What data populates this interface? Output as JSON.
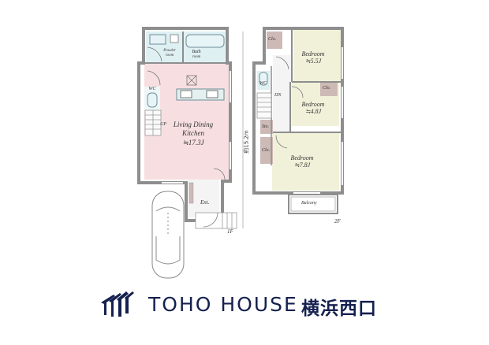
{
  "floor_1": {
    "label": "1F",
    "rooms": {
      "powder_room": {
        "line1": "Powder",
        "line2": "room"
      },
      "bath": {
        "line1": "Bath",
        "line2": "room"
      },
      "wc": "WC",
      "stairs_up": "UP",
      "ldk": {
        "line1": "Living Dining",
        "line2": "Kitchen",
        "area": "≒17.3J"
      },
      "entrance": "Ent."
    }
  },
  "floor_2": {
    "label": "2F",
    "rooms": {
      "bedroom_1": {
        "name": "Bedroom",
        "area": "≒5.5J"
      },
      "bedroom_2": {
        "name": "Bedroom",
        "area": "≒4.8J"
      },
      "bedroom_3": {
        "name": "Bedroom",
        "area": "≒7.8J"
      },
      "closet_1": "Clo.",
      "closet_2": "Clo.",
      "closet_3": "Clo.",
      "storage": "Sto.",
      "wc": "WC",
      "stairs_down": "DN",
      "balcony": "Balcony"
    }
  },
  "dimension": "約15.2m",
  "logo": {
    "brand": "TOHO HOUSE",
    "branch": "横浜西口",
    "color": "#15204f"
  },
  "colors": {
    "ldk_fill": "#f7dfe1",
    "bedroom_fill": "#f1f1da",
    "wet_fill": "#dff0f3",
    "closet_fill": "#cdbab6",
    "wall": "#8e8e8e"
  }
}
